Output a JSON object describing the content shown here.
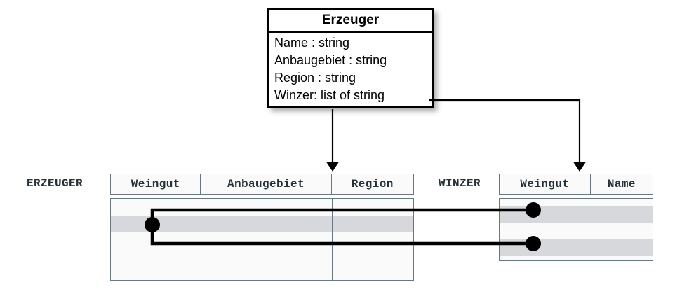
{
  "diagram": {
    "type": "uml-class-to-relational-mapping",
    "background_color": "#ffffff"
  },
  "uml_class": {
    "name": "Erzeuger",
    "attributes": [
      "Name : string",
      "Anbaugebiet : string",
      "Region : string",
      "Winzer: list of string"
    ],
    "border_color": "#000000",
    "fill_color": "#ffffff"
  },
  "tables": {
    "erzeuger": {
      "label": "ERZEUGER",
      "columns": [
        "Weingut",
        "Anbaugebiet",
        "Region"
      ],
      "rows": [
        {
          "cells": [
            "",
            "",
            ""
          ],
          "shaded": false
        },
        {
          "cells": [
            "",
            "",
            ""
          ],
          "shaded": true
        },
        {
          "cells": [
            "",
            "",
            ""
          ],
          "shaded": false
        },
        {
          "cells": [
            "",
            "",
            ""
          ],
          "shaded": false
        }
      ]
    },
    "winzer": {
      "label": "WINZER",
      "columns": [
        "Weingut",
        "Name"
      ],
      "rows": [
        {
          "cells": [
            "",
            ""
          ],
          "shaded": true
        },
        {
          "cells": [
            "",
            ""
          ],
          "shaded": false
        },
        {
          "cells": [
            "",
            ""
          ],
          "shaded": true
        }
      ]
    }
  },
  "colors": {
    "table_border": "#67787f",
    "row_shaded": "#d7d8dc",
    "row_plain": "#fafafa",
    "header_text": "#24333b",
    "connector": "#000000"
  },
  "connectors": {
    "arrow_to_erzeuger": "Erzeuger class maps to ERZEUGER table",
    "arrow_to_winzer": "Winzer attribute maps to WINZER table Weingut column",
    "link_top": "ERZEUGER shaded row joins WINZER row 1",
    "link_bottom": "ERZEUGER shaded row joins WINZER row 3"
  }
}
